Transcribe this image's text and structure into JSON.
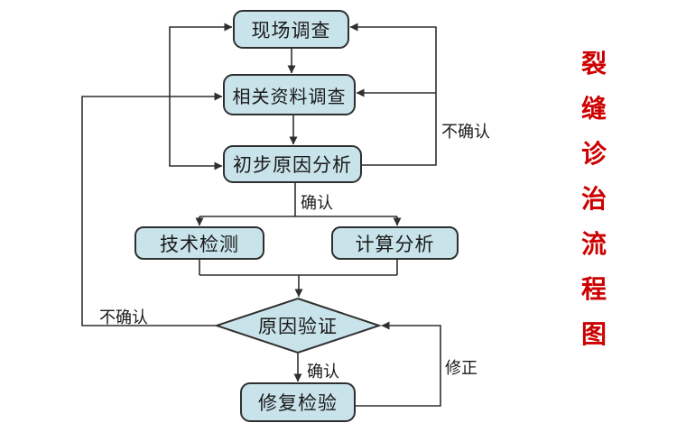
{
  "title": {
    "text": "裂缝诊治流程图",
    "chars": [
      "裂",
      "缝",
      "诊",
      "治",
      "流",
      "程",
      "图"
    ]
  },
  "nodes": {
    "site_survey": "现场调查",
    "data_survey": "相关资料调查",
    "preliminary_cause_analysis": "初步原因分析",
    "technical_testing": "技术检测",
    "calculation_analysis": "计算分析",
    "cause_verification": "原因验证",
    "repair_inspection": "修复检验"
  },
  "edge_labels": {
    "confirm_top": "确认",
    "confirm_bottom": "确认",
    "not_confirmed_right": "不确认",
    "not_confirmed_left": "不确认",
    "revise": "修正"
  },
  "colors": {
    "node_fill": "#c9e3ea",
    "node_border": "#2f2f2f",
    "line": "#2f2f2f",
    "title_red": "#cc0000",
    "text": "#1a1a1a"
  }
}
